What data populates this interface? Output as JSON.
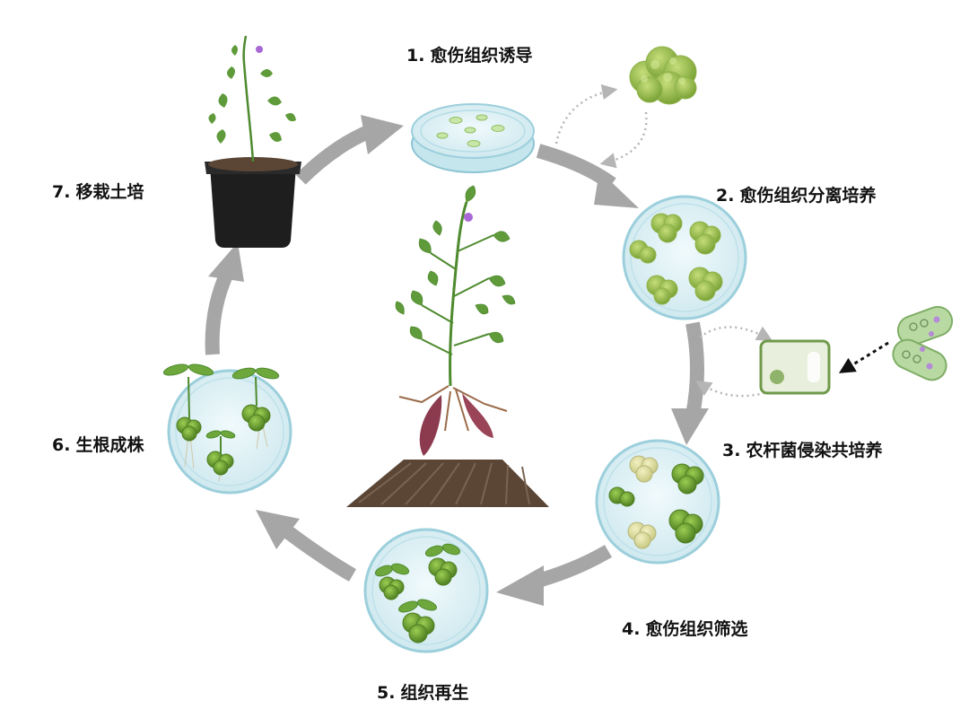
{
  "steps": [
    {
      "number": "1.",
      "label": "愈伤组织诱导"
    },
    {
      "number": "2.",
      "label": "愈伤组织分离培养"
    },
    {
      "number": "3.",
      "label": "农杆菌侵染共培养"
    },
    {
      "number": "4.",
      "label": "愈伤组织筛选"
    },
    {
      "number": "5.",
      "label": "组织再生"
    },
    {
      "number": "6.",
      "label": "生根成株"
    },
    {
      "number": "7.",
      "label": "移栽土培"
    }
  ],
  "colors": {
    "cycle_arrow": "#a6a6a6",
    "petri_fill": "#dff2f6",
    "petri_rim": "#9ccfdc",
    "callus_green": "#9cc24a",
    "callus_dark": "#6f9a2c",
    "callus_pale": "#d9dc9a",
    "leaf_green": "#5f9b3a",
    "stem_green": "#4e8a2e",
    "flower_purple": "#a868d6",
    "tuber_purple": "#8c3a4e",
    "root_brown": "#9a6b4a",
    "soil_brown": "#5b4636",
    "pot_black": "#1e1e1e",
    "bacteria_green": "#b9d9a3",
    "chamber_fill": "#e8efdc"
  },
  "icons": [
    "petri-dish-icon",
    "callus-icon",
    "agrobacterium-icon",
    "culture-chamber-icon",
    "potted-plant-icon",
    "sweet-potato-plant-icon",
    "soil-field-icon",
    "seedling-icon"
  ]
}
